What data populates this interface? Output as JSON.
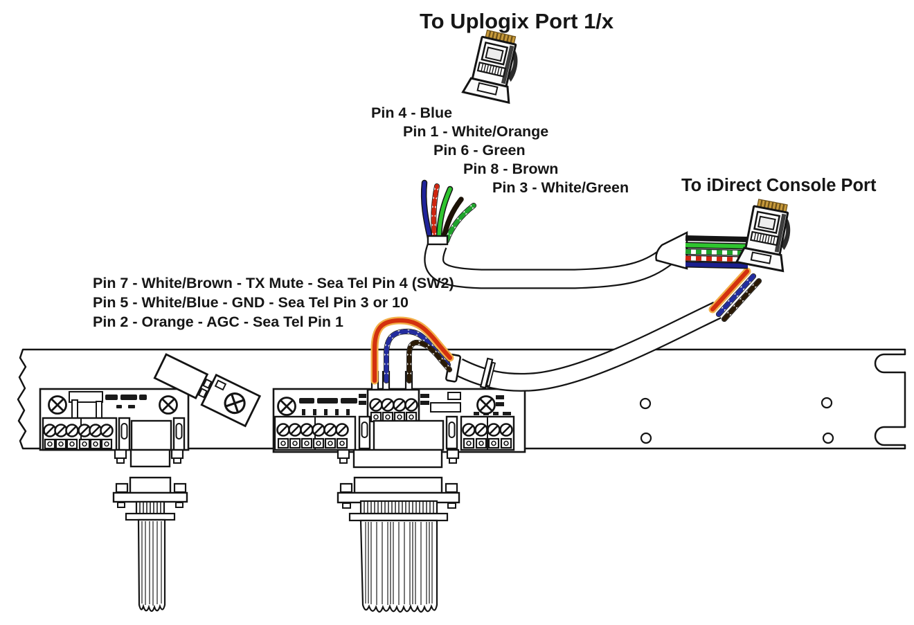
{
  "titles": {
    "uplogix": "To Uplogix Port 1/x",
    "idirect": "To iDirect Console Port"
  },
  "uplogix_pinout": [
    "Pin 4 - Blue",
    "Pin 1 - White/Orange",
    "Pin 6 - Green",
    "Pin 8 - Brown",
    "Pin 3 - White/Green"
  ],
  "seatel_wiring": [
    "Pin 7 - White/Brown - TX Mute - Sea Tel Pin 4 (SW2)",
    "Pin 5 - White/Blue - GND - Sea Tel Pin 3 or 10",
    "Pin 2 - Orange - AGC - Sea Tel Pin 1"
  ],
  "wire_colors": {
    "line": "#141414",
    "blue": "#20249b",
    "white_orange": "#cf250f",
    "green": "#2fc52f",
    "white_green": "#1ea32b",
    "brown": "#1c1206",
    "white_brown": "#2a1a06",
    "white_blue": "#232c9e",
    "orange_agc": "#d3310e",
    "orange_halo": "#f2b049",
    "band_navy": "#1b1f8e",
    "gold_pins": "#c89b3c",
    "gold_dark": "#6b4e14"
  }
}
